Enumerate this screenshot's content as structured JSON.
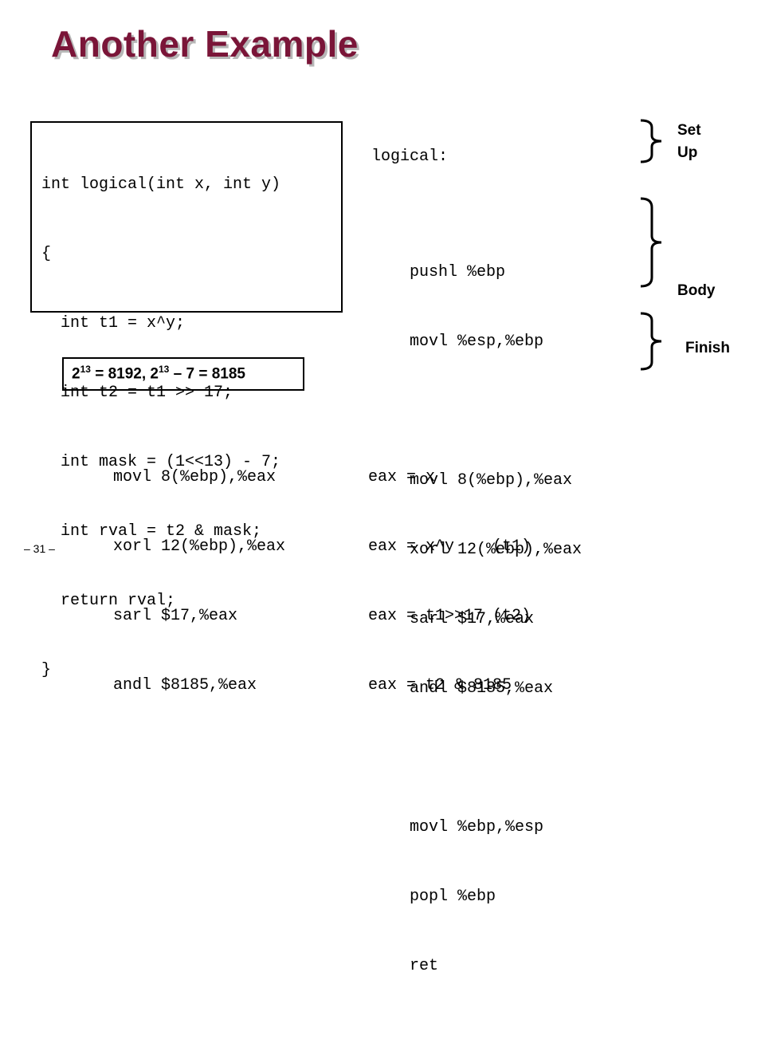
{
  "title": "Another Example",
  "c_code": [
    "int logical(int x, int y)",
    "{",
    "  int t1 = x^y;",
    "  int t2 = t1 >> 17;",
    "  int mask = (1<<13) - 7;",
    "  int rval = t2 & mask;",
    "  return rval;",
    "}"
  ],
  "asm": {
    "label": "logical:",
    "setup": [
      "pushl %ebp",
      "movl %esp,%ebp"
    ],
    "body": [
      "movl 8(%ebp),%eax",
      "xorl 12(%ebp),%eax",
      "sarl $17,%eax",
      "andl $8185,%eax"
    ],
    "finish": [
      "movl %ebp,%esp",
      "popl %ebp",
      "ret"
    ]
  },
  "brace_labels": {
    "setup_line1": "Set",
    "setup_line2": "Up",
    "body": "Body",
    "finish": "Finish"
  },
  "equation": {
    "base1": "2",
    "exp1": "13",
    "mid": " = 8192, ",
    "base2": "2",
    "exp2": "13",
    "end": " – 7 = 8185"
  },
  "translation": {
    "instructions": [
      "movl 8(%ebp),%eax",
      "xorl 12(%ebp),%eax",
      "sarl $17,%eax",
      "andl $8185,%eax"
    ],
    "meanings": [
      "eax = x",
      "eax = x^y    (t1)",
      "eax = t1>>17 (t2)",
      "eax = t2 & 8185"
    ]
  },
  "slide_number": "– 31 –",
  "colors": {
    "title": "#7a1538",
    "title_shadow": "#b7b7b7"
  }
}
